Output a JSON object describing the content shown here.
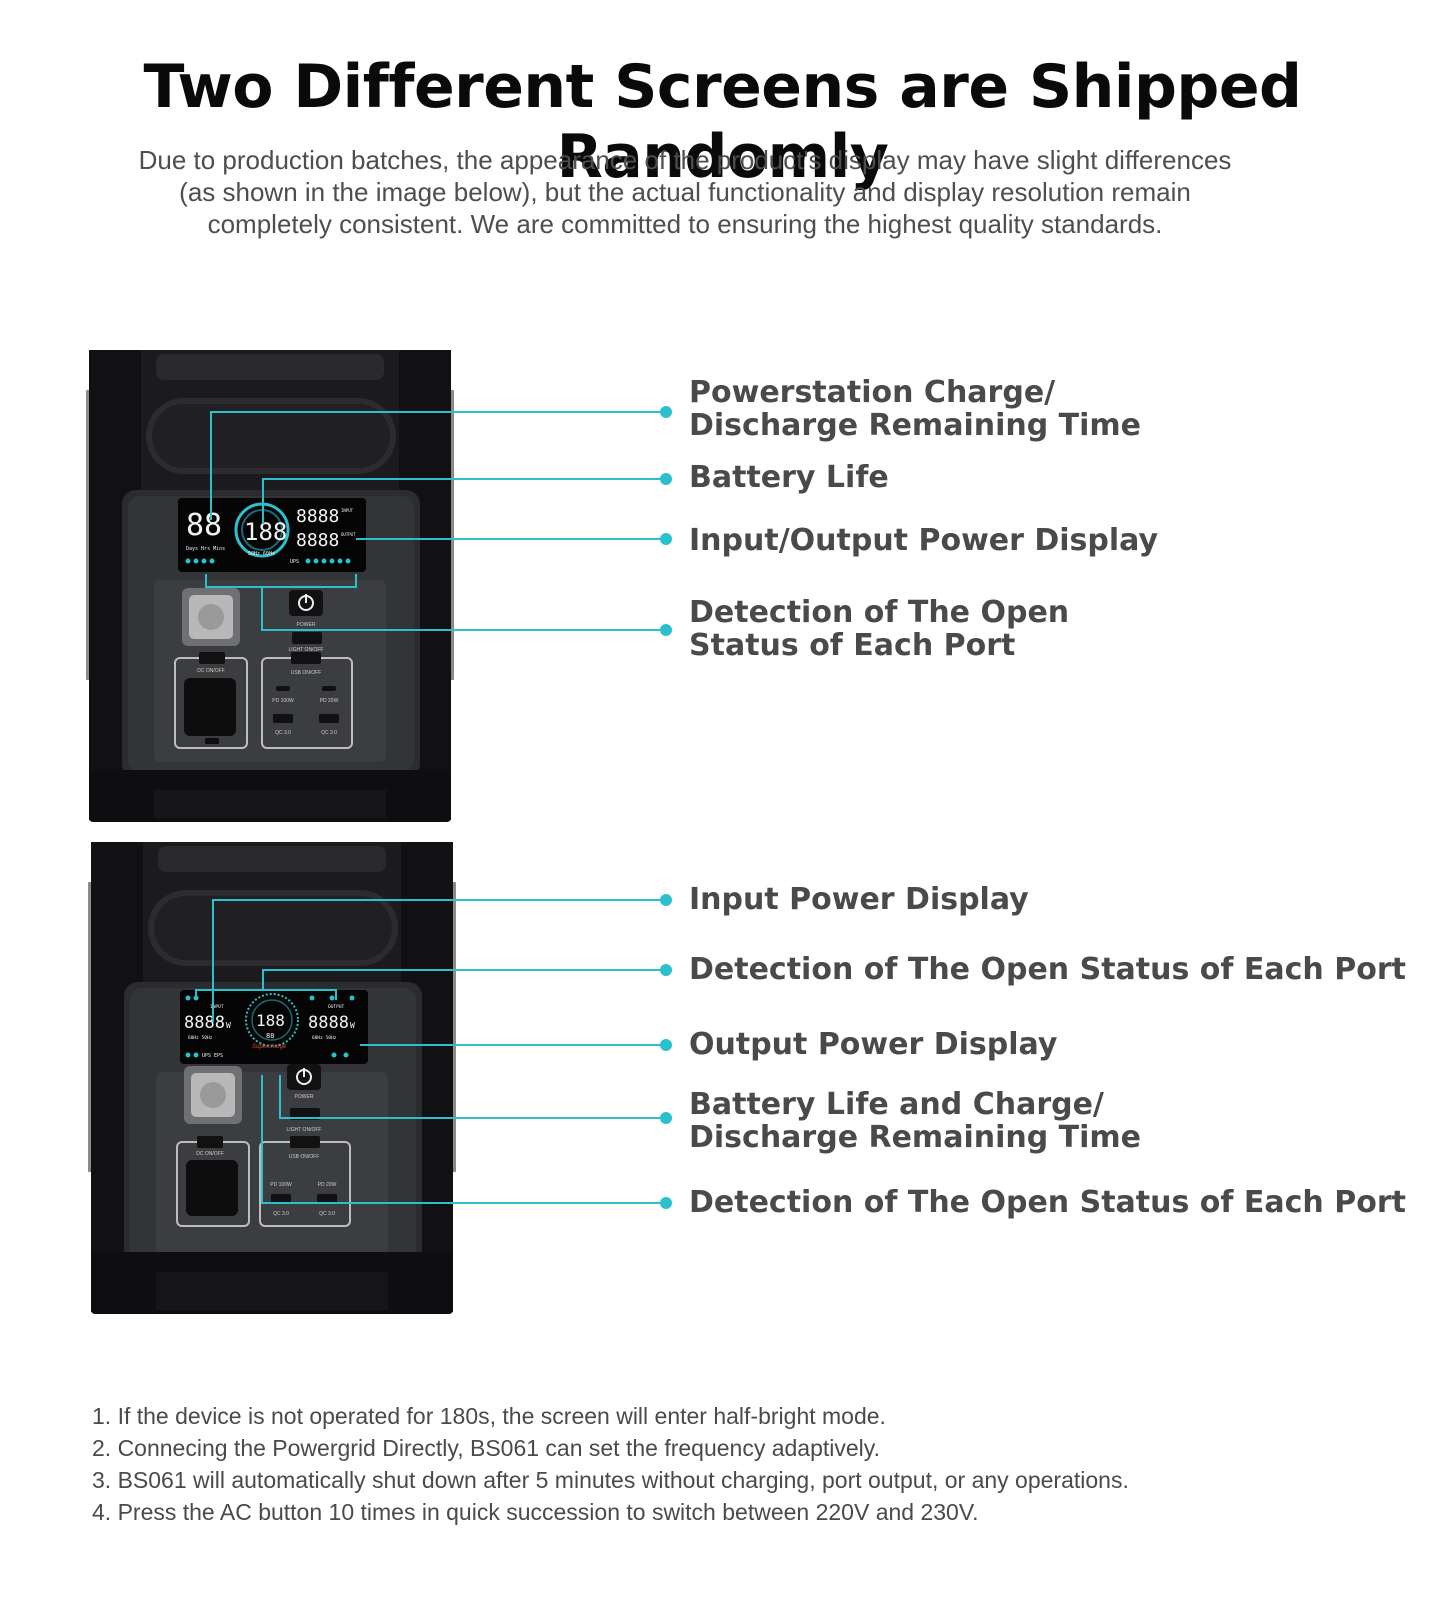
{
  "header": {
    "title": "Two Different Screens are Shipped Randomly",
    "subtitle_lines": [
      "Due to production batches, the appearance of the product's display may have slight differences",
      "(as shown in the image below), but the actual functionality and display resolution remain",
      "completely consistent. We are committed to ensuring the highest quality standards."
    ]
  },
  "device1": {
    "labels": [
      [
        "Powerstation Charge/",
        "Discharge Remaining Time"
      ],
      [
        "Battery Life"
      ],
      [
        "Input/Output Power Display"
      ],
      [
        "Detection of The Open",
        "Status of Each Port"
      ]
    ],
    "screen": {
      "hours": "88",
      "percent": "188",
      "power_top": "8888",
      "power_bottom": "8888",
      "time_units": "Days Hrs Mins",
      "freq": "50Hz 60Hz",
      "input_tag": "INPUT",
      "output_tag": "OUTPUT",
      "ups": "UPS"
    },
    "panel": {
      "power": "POWER",
      "light": "LIGHT ON/OFF",
      "dc": "DC ON/OFF",
      "usb": "USB ON/OFF",
      "pd100": "PD 100W",
      "pd20": "PD 20W",
      "qc1": "QC 3.0",
      "qc2": "QC 3.0"
    }
  },
  "device2": {
    "labels": [
      [
        "Input Power Display"
      ],
      [
        "Detection of The Open Status of Each Port"
      ],
      [
        "Output Power Display"
      ],
      [
        "Battery Life and Charge/",
        "Discharge Remaining Time"
      ],
      [
        "Detection of The Open Status of Each Port"
      ]
    ],
    "screen": {
      "input_tag": "INPUT",
      "output_tag": "OUTPUT",
      "input_value": "8888",
      "output_value": "8888",
      "unit": "W",
      "percent": "188",
      "time": "88",
      "freq_left": "60Hz 50Hz",
      "freq_right": "60Hz 50Hz",
      "ups": "UPS EPS",
      "brand": "Supercharge"
    },
    "panel": {
      "power": "POWER",
      "light": "LIGHT ON/OFF",
      "dc": "DC ON/OFF",
      "usb": "USB ON/OFF",
      "pd100": "PD 100W",
      "pd20": "PD 20W",
      "qc1": "QC 3.0",
      "qc2": "QC 3.0"
    }
  },
  "notes": [
    "1. If the device is not operated for 180s, the screen will enter half-bright mode.",
    "2. Connecing the Powergrid Directly, BS061 can set the frequency adaptively.",
    "3. BS061 will automatically shut down after 5 minutes without charging, port output, or any operations.",
    "4. Press the AC button 10 times in quick succession to switch between 220V and 230V."
  ],
  "colors": {
    "accent": "#2cc0cc",
    "body_dark": "#1b1b1d",
    "panel": "#2f3134",
    "label_text": "#4a4a4a"
  }
}
